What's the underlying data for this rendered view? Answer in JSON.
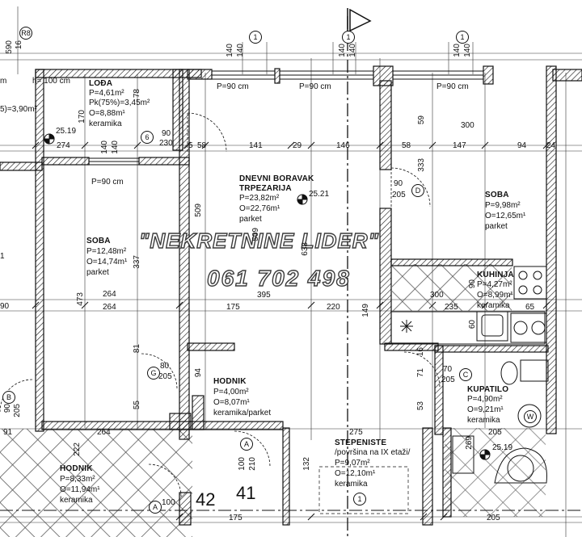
{
  "watermark": {
    "line1": "\"NEKRETNINE LIDER\"",
    "line2": "061 702 498"
  },
  "rooms": {
    "loda": {
      "name": "LOĐA",
      "area": "P=4,61m²",
      "pk": "Pk(75%)=3,45m²",
      "perimeter": "O=8,88m¹",
      "floor": "keramika"
    },
    "dnevni": {
      "name1": "DNEVNI BORAVAK",
      "name2": "TRPEZARIJA",
      "area": "P=23,82m²",
      "perimeter": "O=22,76m¹",
      "floor": "parket"
    },
    "soba_right": {
      "name": "SOBA",
      "area": "P=9,98m²",
      "perimeter": "O=12,65m¹",
      "floor": "parket"
    },
    "soba_left": {
      "name": "SOBA",
      "area": "P=12,48m²",
      "perimeter": "O=14,74m¹",
      "floor": "parket"
    },
    "kuhinja": {
      "name": "KUHINJA",
      "area": "P=4,27m²",
      "perimeter": "O=8,99m¹",
      "floor": "keramika"
    },
    "hodnik_mid": {
      "name": "HODNIK",
      "area": "P=4,00m²",
      "perimeter": "O=8,07m¹",
      "floor": "keramika/parket"
    },
    "kupatilo": {
      "name": "KUPATILO",
      "area": "P=4,90m²",
      "perimeter": "O=9,21m¹",
      "floor": "keramika"
    },
    "stepeniste": {
      "name": "STEPENISTE",
      "note": "/površina na IX etaži/",
      "area": "P=9,07m²",
      "perimeter": "O=12,10m¹",
      "floor": "keramika"
    },
    "hodnik_low": {
      "name": "HODNIK",
      "area": "P=8,33m²",
      "perimeter": "O=11,94m¹",
      "floor": "keramika"
    }
  },
  "partial_left": {
    "h_note": "h= 100 cm",
    "area_frag": "5)=3,90m²",
    "frag_m": "m",
    "frag_90": "90",
    "frag_1": "1"
  },
  "levels": {
    "lv1": "25.19",
    "lv2": "25.21",
    "lv3": "25.19"
  },
  "window_labels": {
    "w1": "P=90  cm",
    "w2": "P=90  cm",
    "w3": "P=90  cm",
    "w4": "P=90  cm"
  },
  "markers": {
    "m1": "1",
    "m2": "1",
    "m3": "1",
    "m4": "1",
    "r8": "R8",
    "g": "G",
    "b": "B",
    "d": "D",
    "c": "C",
    "a1": "A",
    "a2": "A",
    "w": "W",
    "six": "6"
  },
  "dims": {
    "d590": "590",
    "d16": "16",
    "d140a": "140",
    "d140b": "140",
    "d140c": "140",
    "d140d": "140",
    "d140e": "140",
    "d140f": "140",
    "d170": "170",
    "d78": "78",
    "d90a": "90",
    "d230": "230",
    "d274": "274",
    "d140v": "140",
    "d140w": "140",
    "d5": "5",
    "d58": "58",
    "d141": "141",
    "d29": "29",
    "d146": "146",
    "d58b": "58",
    "d147": "147",
    "d94": "94",
    "d24": "24",
    "d300": "300",
    "d59": "59",
    "d333": "333",
    "d90b": "90",
    "d205": "205",
    "d509a": "509",
    "d509b": "509",
    "d638": "638",
    "d337": "337",
    "d473": "473",
    "d264a": "264",
    "d264b": "264",
    "d90c": "90",
    "d175a": "175",
    "d395": "395",
    "d220": "220",
    "d149": "149",
    "d300b": "300",
    "d235": "235",
    "d65": "65",
    "d90d": "90",
    "d60": "60",
    "d94b": "94",
    "d81": "81",
    "d55": "55",
    "d80": "80",
    "d205b": "205",
    "d16b": "16",
    "d71": "71",
    "d53": "53",
    "d70": "70",
    "d205c": "205",
    "d264c": "264",
    "d91": "91",
    "d90e": "90",
    "d205d": "205",
    "d275": "275",
    "d205e": "205",
    "d269": "269",
    "d132": "132",
    "d100a": "100",
    "d210": "210",
    "d222": "222",
    "d100b": "100",
    "d175b": "175",
    "d205f": "205"
  },
  "floor_numbers": {
    "left": "42",
    "right": "41"
  }
}
